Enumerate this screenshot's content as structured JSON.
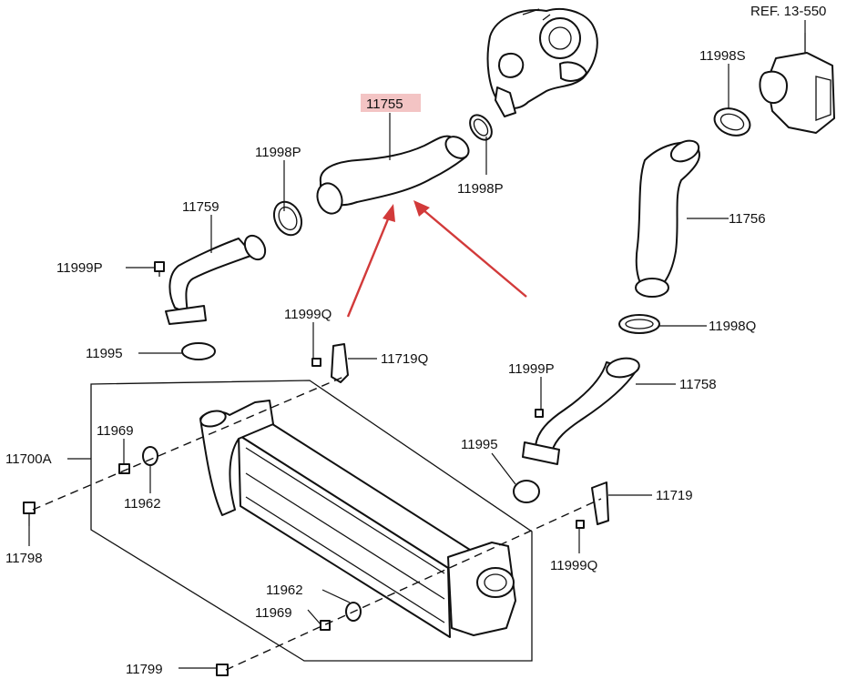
{
  "diagram": {
    "highlight_color": "#f3c4c4",
    "arrow_color": "#d23a3a",
    "ref_label": "REF. 13-550",
    "labels": {
      "p11755": "11755",
      "p11998P_a": "11998P",
      "p11998P_b": "11998P",
      "p11759": "11759",
      "p11999P_a": "11999P",
      "p11998S": "11998S",
      "p11756": "11756",
      "p11999Q_a": "11999Q",
      "p11995_a": "11995",
      "p11719Q": "11719Q",
      "p11998Q": "11998Q",
      "p11999P_b": "11999P",
      "p11758": "11758",
      "p11969_a": "11969",
      "p11700A": "11700A",
      "p11995_b": "11995",
      "p11962_a": "11962",
      "p11719": "11719",
      "p11798": "11798",
      "p11999Q_b": "11999Q",
      "p11962_b": "11962",
      "p11969_b": "11969",
      "p11799": "11799"
    }
  }
}
